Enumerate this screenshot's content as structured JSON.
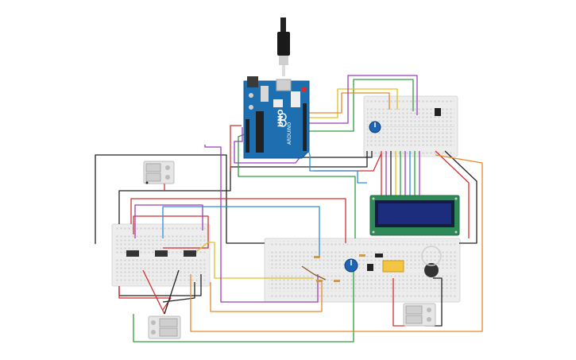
{
  "arduino": {
    "brand": "UNO",
    "logo_text": "ARDUINO",
    "board_color": "#1d6fb0"
  },
  "lcd": {
    "bezel_color": "#2e8b57",
    "screen_color": "#1b2d7c"
  },
  "battery_packs": [
    {
      "id": "pack-top-left"
    },
    {
      "id": "pack-bottom-left"
    },
    {
      "id": "pack-bottom-right"
    }
  ],
  "wire_colors": {
    "red": "#d32f2f",
    "black": "#222222",
    "green": "#2e9e3e",
    "yellow": "#e0c020",
    "orange": "#e8892a",
    "purple": "#9c3fb5",
    "blue": "#2a8fd8",
    "brown": "#8b5a2b"
  },
  "components": {
    "relay_color": "#f4c542",
    "potentiometer_color": "#1e64b4",
    "servo_color": "#333333"
  }
}
